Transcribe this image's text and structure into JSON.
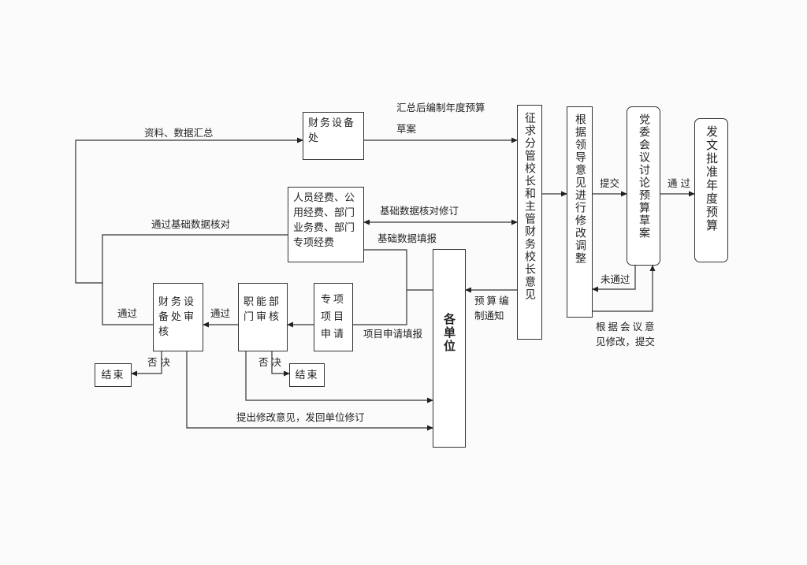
{
  "boxes": {
    "finance_dept": "财务设备处",
    "funds": "人员经费、公用经费、部门业务费、部门专项经费",
    "special_apply": "专项项目申请",
    "func_review": "职能部门审核",
    "finance_review": "财务设备处审核",
    "end_1": "结束",
    "end_2": "结束",
    "units": "各单位",
    "consult": "征求分管校长和主管财务校长意见",
    "revise": "根据领导意见进行修改调整",
    "party": "党委会议讨论预算草案",
    "issue": "发文批准年度预算"
  },
  "labels": {
    "data_summary": "资料、数据汇总",
    "compile_1": "汇总后编制年度预算",
    "compile_2": "草案",
    "basic_check_revise": "基础数据核对修订",
    "pass_basic_check": "通过基础数据核对",
    "basic_fill": "基础数据填报",
    "pass_1": "通过",
    "pass_2": "通过",
    "project_fill": "项目申请填报",
    "notice_1": "预算编",
    "notice_2": "制通知",
    "reject_1": "否 决",
    "reject_2": "否 决",
    "return_revise": "提出修改意见，发回单位修订",
    "submit": "提交",
    "pass_3": "通 过",
    "not_pass": "未通过",
    "meeting_revise_1": "根据会议意",
    "meeting_revise_2": "见修改，提交"
  }
}
